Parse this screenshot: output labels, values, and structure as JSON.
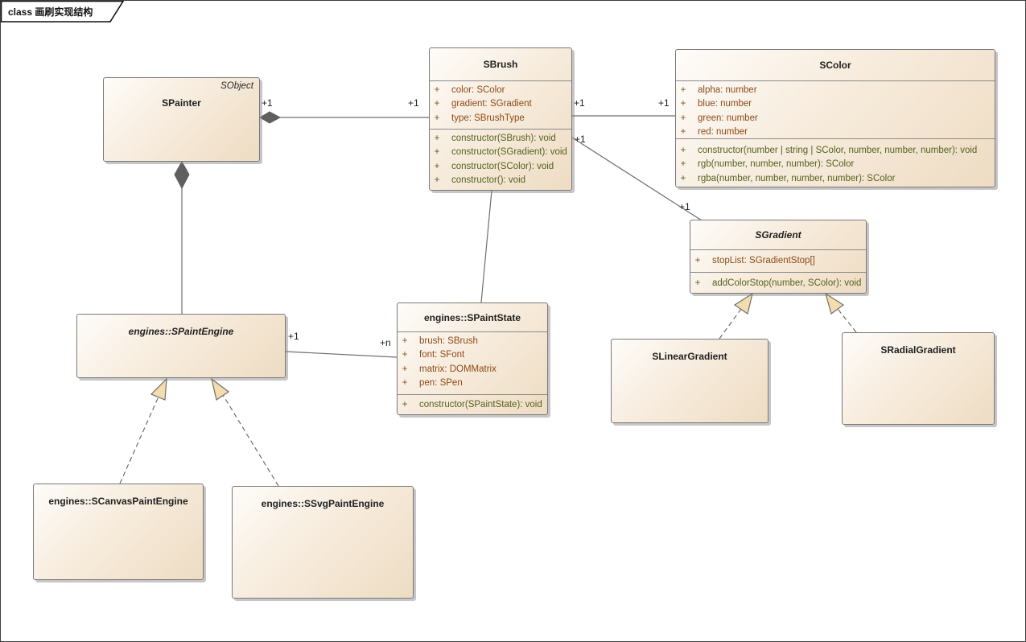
{
  "frame": {
    "label": "class 画刷实现结构"
  },
  "palette": {
    "box_fill_light": "#fefcfa",
    "box_fill_dark": "#eedcc3",
    "attribute_text": "#8c4a17",
    "operation_text": "#55611f",
    "line": "#6e6e6e",
    "diamond_fill": "#5f5f5f",
    "triangle_fill": "#f3dcae",
    "title_text": "#1f1f1f"
  },
  "classes": {
    "spainter": {
      "name": "SPainter",
      "annotation": "SObject"
    },
    "sbrush": {
      "name": "SBrush",
      "attrs": [
        {
          "v": "+",
          "t": "color: SColor"
        },
        {
          "v": "+",
          "t": "gradient: SGradient"
        },
        {
          "v": "+",
          "t": "type: SBrushType"
        }
      ],
      "ops": [
        {
          "v": "+",
          "t": "constructor(SBrush): void"
        },
        {
          "v": "+",
          "t": "constructor(SGradient): void"
        },
        {
          "v": "+",
          "t": "constructor(SColor): void"
        },
        {
          "v": "+",
          "t": "constructor(): void"
        }
      ]
    },
    "scolor": {
      "name": "SColor",
      "attrs": [
        {
          "v": "+",
          "t": "alpha: number"
        },
        {
          "v": "+",
          "t": "blue: number"
        },
        {
          "v": "+",
          "t": "green: number"
        },
        {
          "v": "+",
          "t": "red: number"
        }
      ],
      "ops": [
        {
          "v": "+",
          "t": "constructor(number | string | SColor, number, number, number): void"
        },
        {
          "v": "+",
          "t": "rgb(number, number, number): SColor"
        },
        {
          "v": "+",
          "t": "rgba(number, number, number, number): SColor"
        }
      ]
    },
    "sgradient": {
      "name": "SGradient",
      "attrs": [
        {
          "v": "+",
          "t": "stopList: SGradientStop[]"
        }
      ],
      "ops": [
        {
          "v": "+",
          "t": "addColorStop(number, SColor): void"
        }
      ]
    },
    "spaintstate": {
      "name": "engines::SPaintState",
      "attrs": [
        {
          "v": "+",
          "t": "brush: SBrush"
        },
        {
          "v": "+",
          "t": "font: SFont"
        },
        {
          "v": "+",
          "t": "matrix: DOMMatrix"
        },
        {
          "v": "+",
          "t": "pen: SPen"
        }
      ],
      "ops": [
        {
          "v": "+",
          "t": "constructor(SPaintState): void"
        }
      ]
    },
    "spaintengine": {
      "name": "engines::SPaintEngine"
    },
    "slineargradient": {
      "name": "SLinearGradient"
    },
    "sradialgradient": {
      "name": "SRadialGradient"
    },
    "scanvaspaintengine": {
      "name": "engines::SCanvasPaintEngine"
    },
    "ssvgpaintengine": {
      "name": "engines::SSvgPaintEngine"
    }
  },
  "connectors": {
    "painter_brush": {
      "type": "composition",
      "src_label": "+1",
      "tgt_label": "+1"
    },
    "brush_color": {
      "type": "association",
      "src_label": "+1",
      "tgt_label": "+1"
    },
    "brush_gradient": {
      "type": "association",
      "src_label": "+1",
      "tgt_label": "+1"
    },
    "painter_engine": {
      "type": "composition"
    },
    "brush_paintstate": {
      "type": "association"
    },
    "engine_paintstate": {
      "type": "association",
      "src_label": "+1",
      "tgt_label": "+n"
    },
    "canvas_engine": {
      "type": "realization"
    },
    "svg_engine": {
      "type": "realization"
    },
    "linear_gradient": {
      "type": "realization"
    },
    "radial_gradient": {
      "type": "realization"
    }
  }
}
